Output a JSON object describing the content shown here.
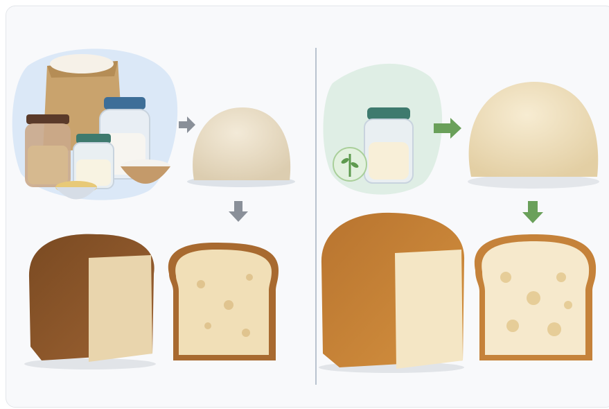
{
  "illustration": {
    "left_panel": {
      "ingredients": [
        "flour-sack",
        "spice-jar",
        "flour-jar",
        "milk-jar",
        "flour-bowl",
        "grain-bowl"
      ],
      "dough": "dense-dough",
      "bread": [
        "whole-loaf",
        "bread-slice"
      ],
      "arrow_color": "#8a9099",
      "bg_color": "#dbe8f7"
    },
    "right_panel": {
      "ingredients": [
        "starter-jar",
        "leaf-badge"
      ],
      "dough": "airy-dough",
      "bread": [
        "whole-loaf",
        "bread-slice"
      ],
      "arrow_color": "#6aa05a",
      "bg_color": "#dfeee5"
    },
    "crust_color": "#b8742f",
    "crumb_color": "#f1dfb7"
  }
}
